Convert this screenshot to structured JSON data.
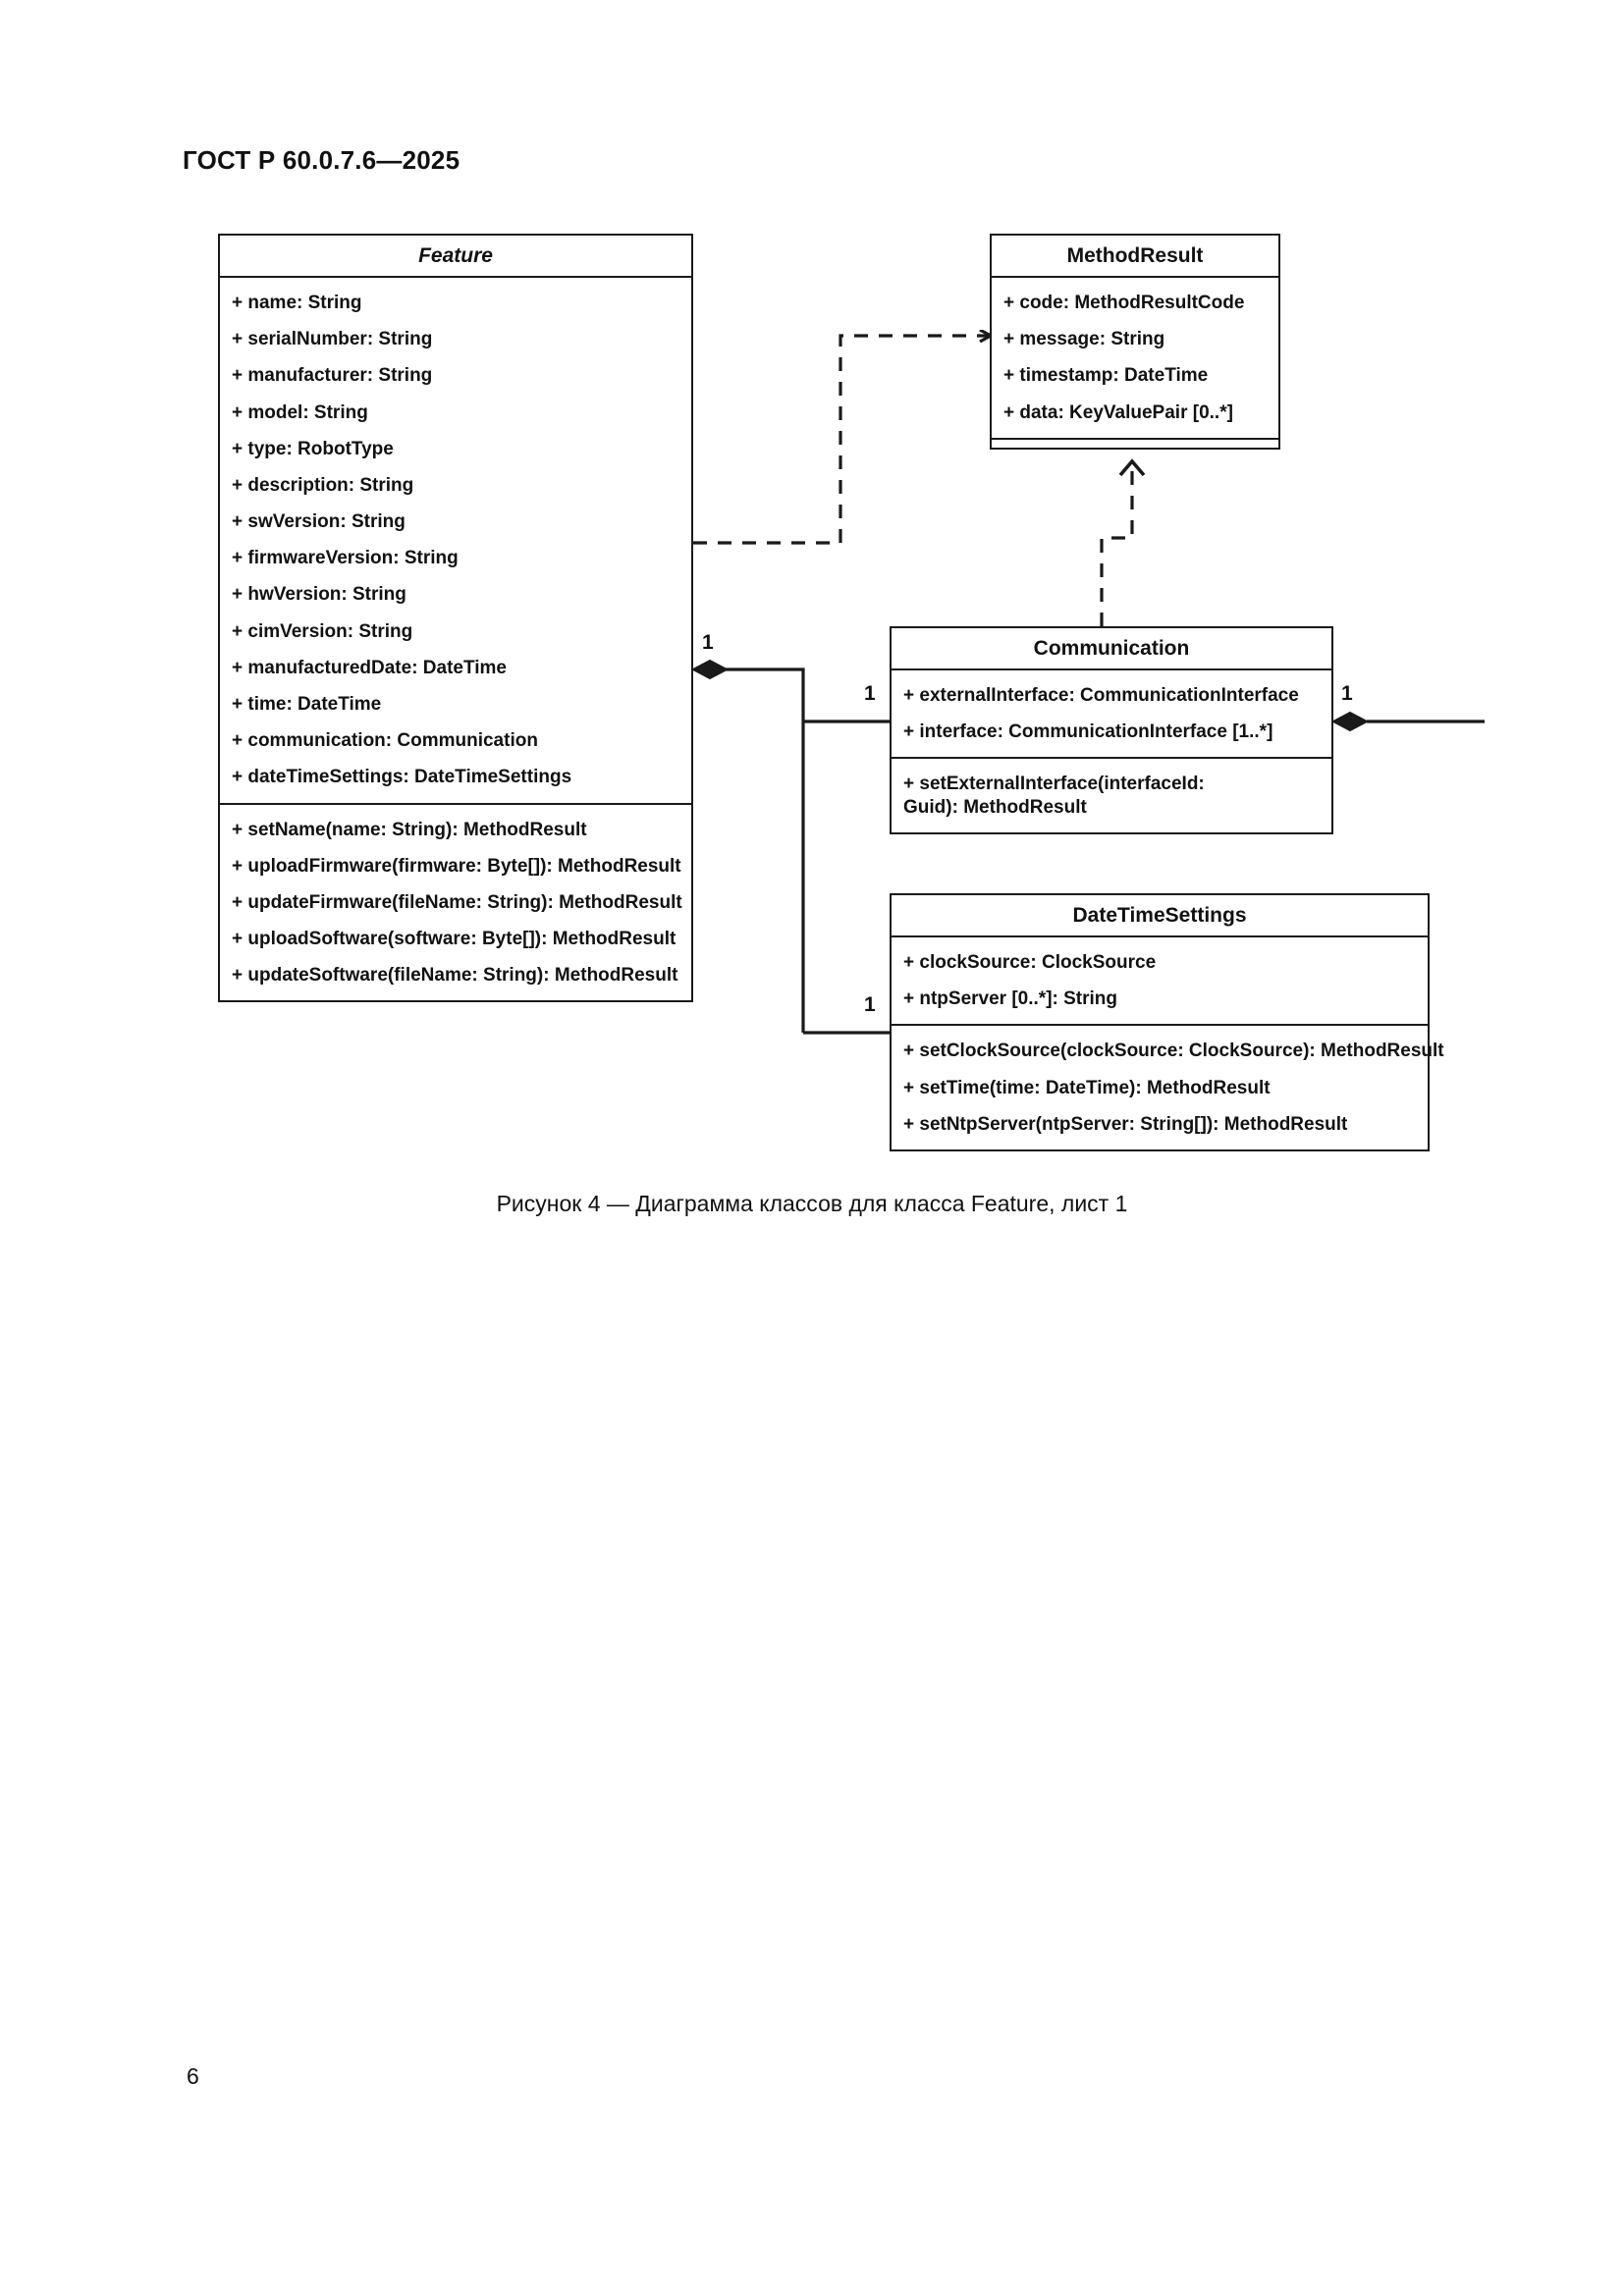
{
  "document": {
    "header": "ГОСТ Р 60.0.7.6—2025",
    "page_number": "6",
    "figure_caption": "Рисунок 4 — Диаграмма классов для класса Feature, лист 1"
  },
  "diagram": {
    "type": "uml-class-diagram",
    "classes": {
      "feature": {
        "name": "Feature",
        "italic_title": true,
        "attributes": [
          "+ name: String",
          "+ serialNumber: String",
          "+ manufacturer: String",
          "+ model: String",
          "+ type: RobotType",
          "+ description: String",
          "+ swVersion: String",
          "+ firmwareVersion: String",
          "+ hwVersion: String",
          "+ cimVersion: String",
          "+ manufacturedDate: DateTime",
          "+ time: DateTime",
          "+ communication: Communication",
          "+ dateTimeSettings: DateTimeSettings"
        ],
        "methods": [
          "+ setName(name: String): MethodResult",
          "+ uploadFirmware(firmware: Byte[]): MethodResult",
          "+ updateFirmware(fileName: String): MethodResult",
          "+ uploadSoftware(software: Byte[]): MethodResult",
          "+ updateSoftware(fileName: String): MethodResult"
        ]
      },
      "method_result": {
        "name": "MethodResult",
        "italic_title": false,
        "attributes": [
          "+ code: MethodResultCode",
          "+ message: String",
          "+ timestamp: DateTime",
          "+ data: KeyValuePair [0..*]"
        ],
        "methods": []
      },
      "communication": {
        "name": "Communication",
        "italic_title": false,
        "attributes": [
          "+ externalInterface: CommunicationInterface",
          "+ interface: CommunicationInterface [1..*]"
        ],
        "methods": [
          "+ setExternalInterface(interfaceId: Guid): MethodResult"
        ]
      },
      "date_time_settings": {
        "name": "DateTimeSettings",
        "italic_title": false,
        "attributes": [
          "+ clockSource: ClockSource",
          "+ ntpServer [0..*]: String"
        ],
        "methods": [
          "+ setClockSource(clockSource: ClockSource): MethodResult",
          "+ setTime(time: DateTime): MethodResult",
          "+ setNtpServer(ntpServer: String[]): MethodResult"
        ]
      }
    },
    "multiplicities": {
      "feature_to_communication_source": "1",
      "communication_target": "1",
      "communication_right_source": "1",
      "date_time_settings_target": "1"
    },
    "relations": [
      {
        "kind": "dependency",
        "from": "Feature",
        "to": "MethodResult",
        "style": "dashed-open-arrow"
      },
      {
        "kind": "dependency",
        "from": "Communication",
        "to": "MethodResult",
        "style": "dashed-open-arrow"
      },
      {
        "kind": "composition",
        "from": "Feature",
        "to": "Communication",
        "style": "filled-diamond"
      },
      {
        "kind": "composition",
        "from": "Feature",
        "to": "DateTimeSettings",
        "style": "filled-diamond"
      },
      {
        "kind": "composition",
        "from": "Communication",
        "to": "off-page",
        "style": "filled-diamond"
      }
    ],
    "colors": {
      "stroke": "#1a1a1a",
      "fill": "#ffffff"
    }
  }
}
